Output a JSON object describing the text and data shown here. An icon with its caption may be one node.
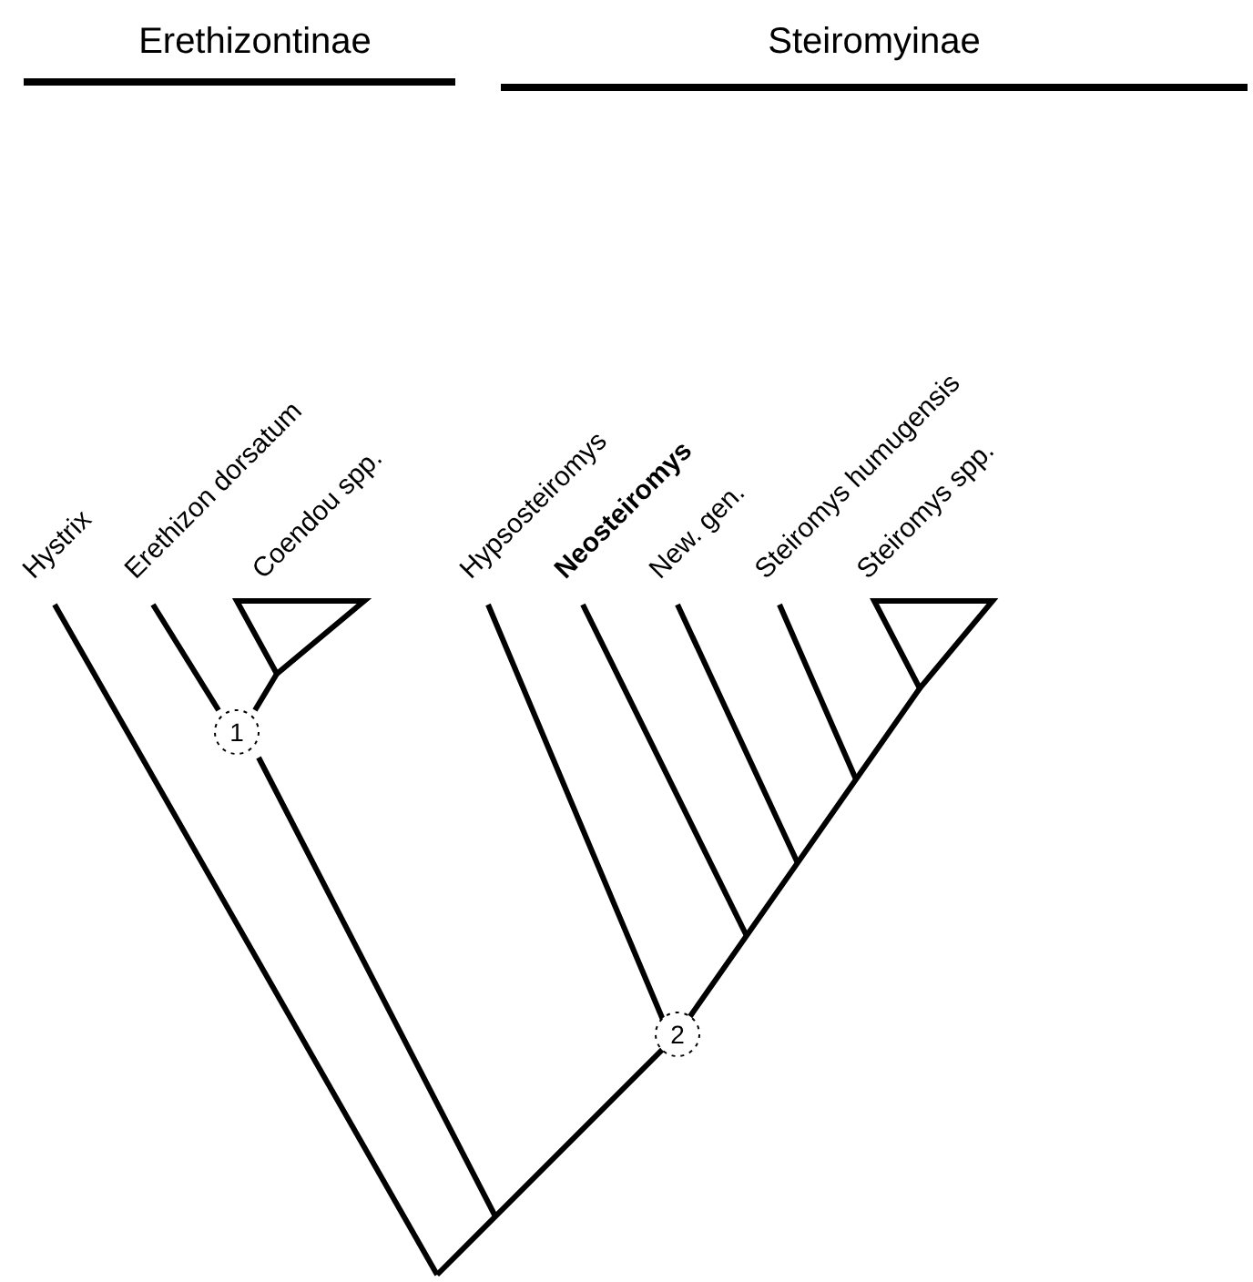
{
  "diagram": {
    "labels": [
      "Erethizontinae",
      "Steiromyinae",
      "Hystrix",
      "Erethizon dorsatum",
      "Coendou spp.",
      "Hypsosteiromys",
      "Neosteiromys",
      "New. gen.",
      "Steiromys humugensis",
      "Steiromys spp.",
      "1",
      "2"
    ]
  }
}
